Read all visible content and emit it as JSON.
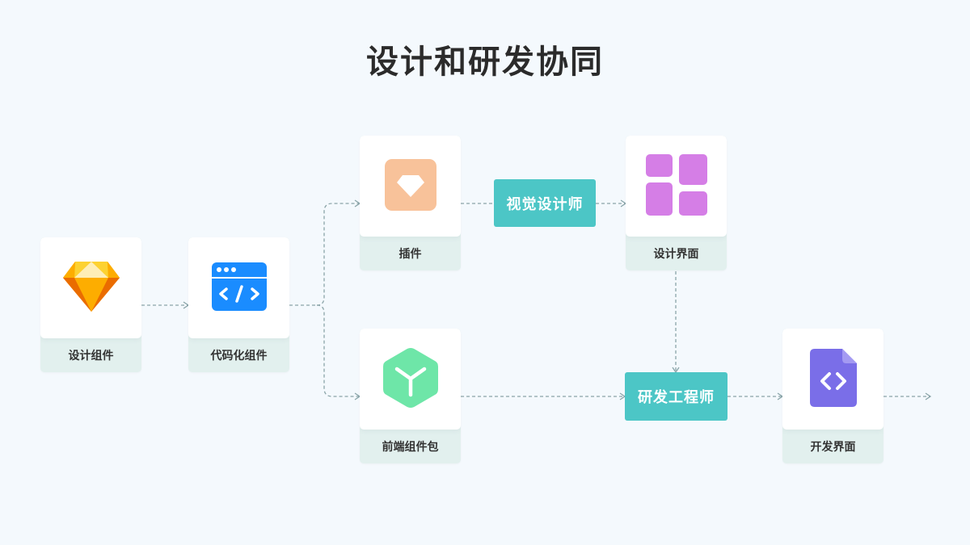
{
  "title": "设计和研发协同",
  "nodes": {
    "design_components": {
      "label": "设计组件",
      "icon": "sketch-diamond-icon"
    },
    "code_components": {
      "label": "代码化组件",
      "icon": "code-window-icon"
    },
    "plugin": {
      "label": "插件",
      "icon": "plugin-diamond-icon"
    },
    "design_ui": {
      "label": "设计界面",
      "icon": "grid-layout-icon"
    },
    "frontend_package": {
      "label": "前端组件包",
      "icon": "package-cube-icon"
    },
    "dev_ui": {
      "label": "开发界面",
      "icon": "code-file-icon"
    }
  },
  "roles": {
    "visual_designer": "视觉设计师",
    "engineer": "研发工程师"
  },
  "colors": {
    "background": "#f4f9fd",
    "card_label_bg": "#e2f0ee",
    "role_bg": "#4cc6c6",
    "connector": "#8aa4a8",
    "sketch_gold": "#fdb300",
    "code_blue": "#1a8cff",
    "plugin_orange": "#f8c29a",
    "grid_purple": "#d57ee6",
    "cube_green": "#6ee6a8",
    "file_indigo": "#7a6ee8"
  }
}
